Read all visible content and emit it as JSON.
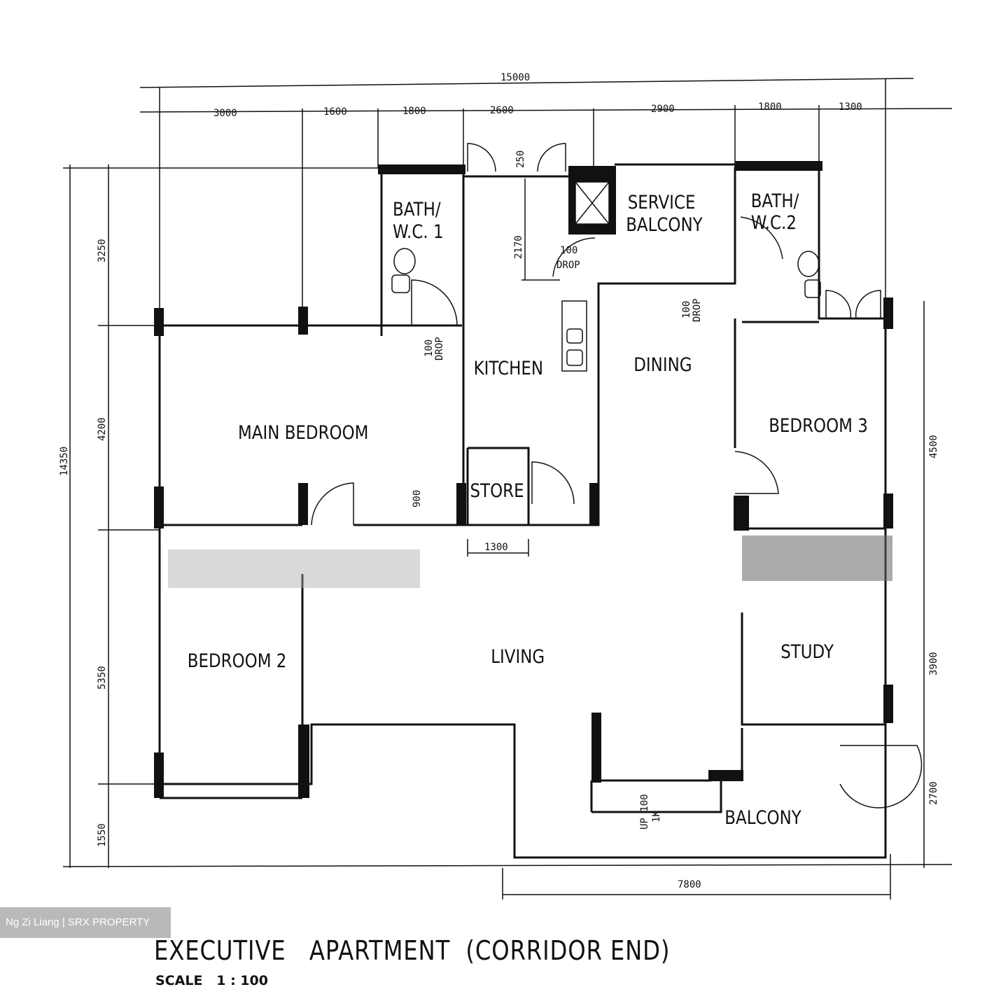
{
  "title": "EXECUTIVE   APARTMENT  (CORRIDOR END)",
  "scale": "SCALE   1 : 100",
  "watermark": "Ng Zi Liang | SRX PROPERTY",
  "rooms": {
    "bath1_a": "BATH/",
    "bath1_b": "W.C. 1",
    "kitchen": "KITCHEN",
    "service_a": "SERVICE",
    "service_b": "BALCONY",
    "bath2_a": "BATH/",
    "bath2_b": "W.C.2",
    "dining": "DINING",
    "bedroom3": "BEDROOM 3",
    "main_bedroom": "MAIN  BEDROOM",
    "store": "STORE",
    "bedroom2": "BEDROOM 2",
    "living": "LIVING",
    "study": "STUDY",
    "balcony": "BALCONY"
  },
  "dimensions": {
    "total_width": "15000",
    "top": [
      "3000",
      "1600",
      "1800",
      "2600",
      "2900",
      "1800",
      "1300"
    ],
    "total_height": "14350",
    "left": [
      "3250",
      "4200",
      "5350",
      "1550"
    ],
    "right": [
      "4500",
      "3900",
      "2700"
    ],
    "bottom": "7800",
    "store_width": "1300",
    "kitchen_depth": "2170",
    "door_250": "250",
    "drop_100": "100",
    "drop_label": "DROP",
    "door_900": "900",
    "up_label": "UP 100",
    "one_k": "1K"
  }
}
